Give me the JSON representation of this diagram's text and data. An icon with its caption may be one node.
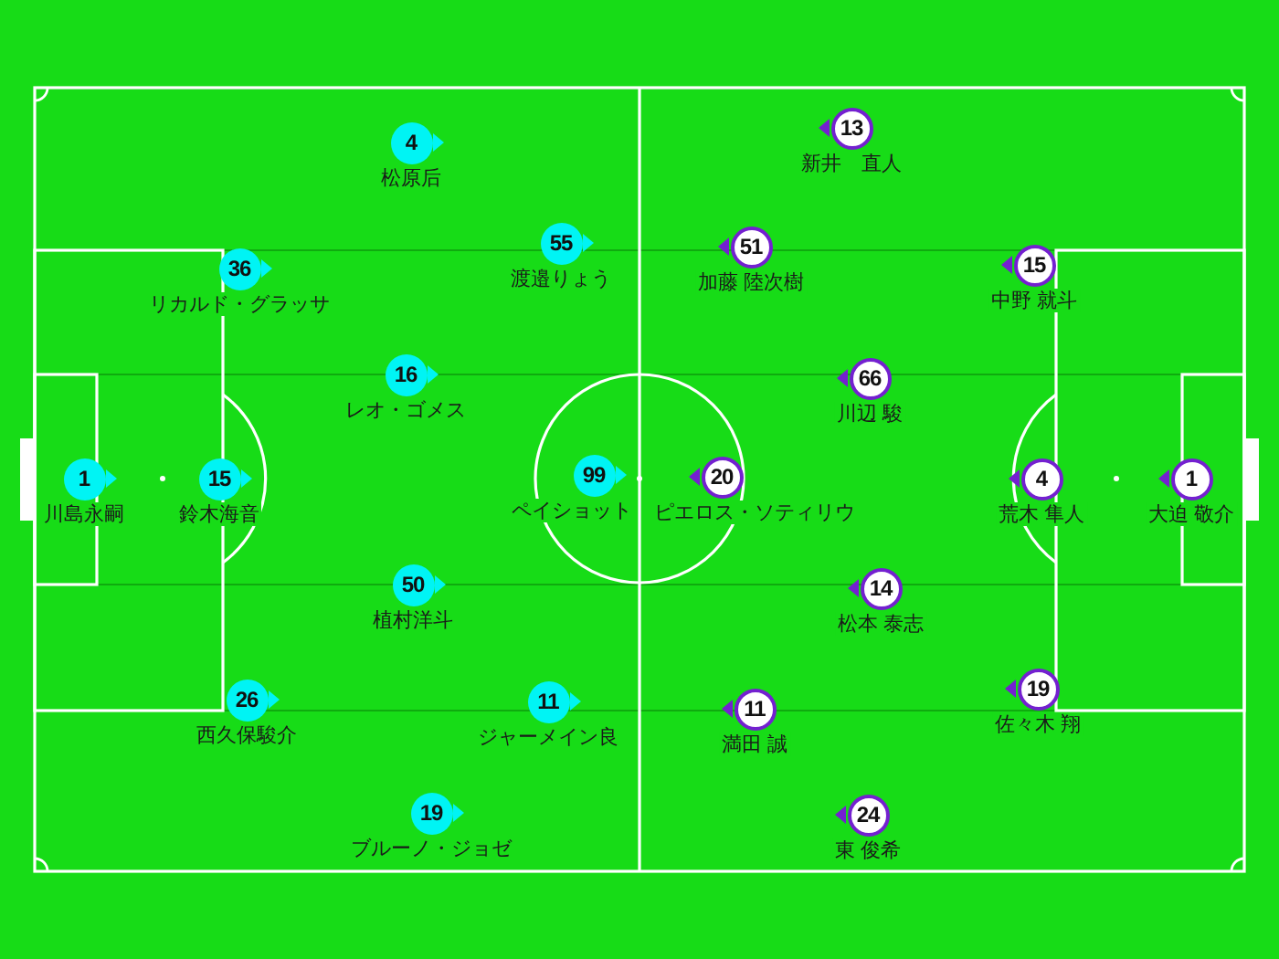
{
  "diagram": {
    "nodes": [
      {
        "text": [
          "4"
        ],
        "beside": [
          "松原后"
        ]
      },
      {
        "text": [
          "55"
        ],
        "beside": [
          "渡邉りょう"
        ]
      },
      {
        "text": [
          "36"
        ],
        "beside": [
          "リカルド・グラッサ"
        ]
      },
      {
        "text": [
          "16"
        ],
        "beside": [
          "レオ・ゴメス"
        ]
      },
      {
        "text": [
          "1"
        ],
        "beside": [
          "川島永嗣"
        ]
      },
      {
        "text": [
          "15"
        ],
        "beside": [
          "鈴木海音"
        ]
      },
      {
        "text": [
          "99"
        ],
        "beside": [
          "ペイショット"
        ]
      },
      {
        "text": [
          "50"
        ],
        "beside": [
          "植村洋斗"
        ]
      },
      {
        "text": [
          "26"
        ],
        "beside": [
          "西久保駿介"
        ]
      },
      {
        "text": [
          "11"
        ],
        "beside": [
          "ジャーメイン良"
        ]
      },
      {
        "text": [
          "19"
        ],
        "beside": [
          "ブルーノ・ジョゼ"
        ]
      },
      {
        "text": [
          "13"
        ],
        "beside": [
          "新井　直人"
        ]
      },
      {
        "text": [
          "51"
        ],
        "beside": [
          "加藤 陸次樹"
        ]
      },
      {
        "text": [
          "15"
        ],
        "beside": [
          "中野 就斗"
        ]
      },
      {
        "text": [
          "66"
        ],
        "beside": [
          "川辺 駿"
        ]
      },
      {
        "text": [
          "20"
        ],
        "beside": [
          "ピエロス・ソティリウ"
        ]
      },
      {
        "text": [
          "4"
        ],
        "beside": [
          "荒木 隼人"
        ]
      },
      {
        "text": [
          "1"
        ],
        "beside": [
          "大迫 敬介"
        ]
      },
      {
        "text": [
          "14"
        ],
        "beside": [
          "松本 泰志"
        ]
      },
      {
        "text": [
          "19"
        ],
        "beside": [
          "佐々木 翔"
        ]
      },
      {
        "text": [
          "11"
        ],
        "beside": [
          "満田 誠"
        ]
      },
      {
        "text": [
          "24"
        ],
        "beside": [
          "東 俊希"
        ]
      }
    ]
  }
}
